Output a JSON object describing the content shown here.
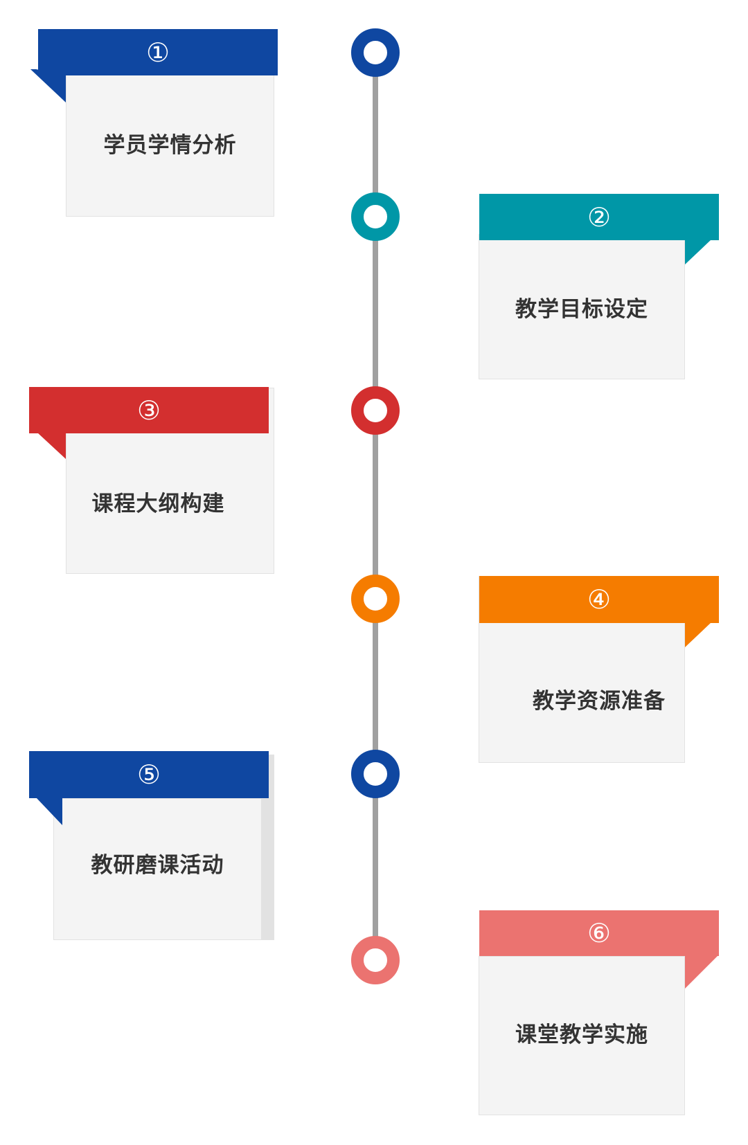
{
  "colors": {
    "blue": "#0f47a1",
    "teal": "#0097a7",
    "red": "#d32f2f",
    "orange": "#f57c00",
    "pink": "#eb7370",
    "line": "#a0a0a0"
  },
  "steps": [
    {
      "number": "①",
      "label": "学员学情分析"
    },
    {
      "number": "②",
      "label": "教学目标设定"
    },
    {
      "number": "③",
      "label": "课程大纲构建"
    },
    {
      "number": "④",
      "label": "教学资源准备"
    },
    {
      "number": "⑤",
      "label": "教研磨课活动"
    },
    {
      "number": "⑥",
      "label": "课堂教学实施"
    }
  ]
}
